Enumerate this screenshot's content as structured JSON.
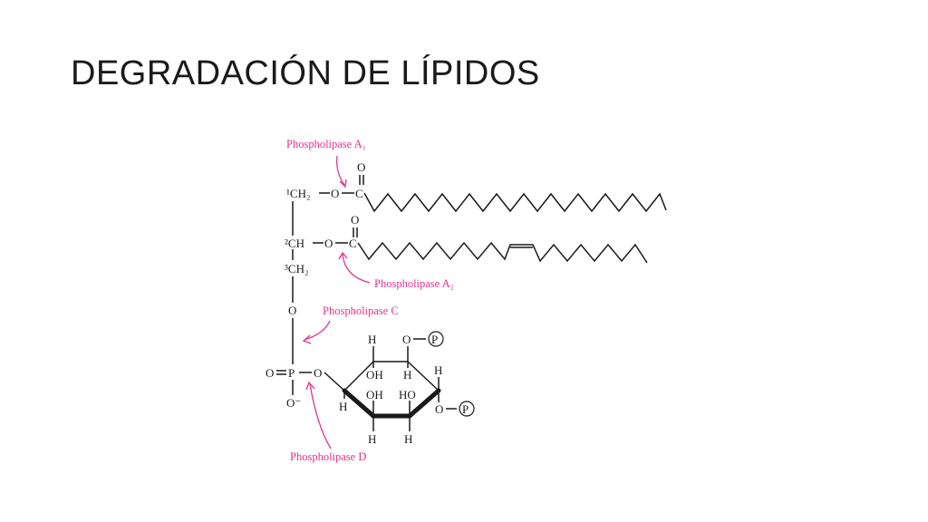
{
  "slide": {
    "title": "DEGRADACIÓN DE LÍPIDOS"
  },
  "colors": {
    "enzyme_label": "#e0348a",
    "structure": "#1a1a1a",
    "background": "#ffffff"
  },
  "enzymes": {
    "a1": "Phospholipase A₁",
    "a2": "Phospholipase A₂",
    "c": "Phospholipase C",
    "d": "Phospholipase D"
  },
  "glycerol": {
    "c1": "¹CH₂",
    "c2": "²CH",
    "c3": "³CH₂"
  },
  "atoms": {
    "o": "O",
    "c": "C",
    "p": "P",
    "o_minus": "O⁻",
    "o_double_p": "O",
    "h": "H",
    "oh": "OH",
    "ho": "HO",
    "phosphate": "P"
  }
}
